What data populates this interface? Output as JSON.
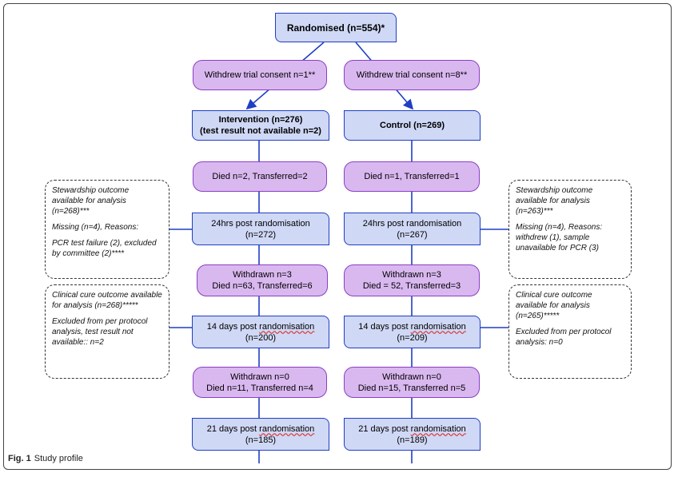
{
  "figure": {
    "caption_label": "Fig. 1",
    "caption_text": "Study profile"
  },
  "top": {
    "randomised": "Randomised (n=554)*"
  },
  "withdrew": {
    "left": "Withdrew trial consent n=1**",
    "right": "Withdrew trial consent n=8**"
  },
  "intervention": {
    "title": "Intervention (n=276)",
    "subtitle": "(test result not available n=2)",
    "died_1": "Died n=2, Transferred=2",
    "post24_label": "24hrs post randomisation",
    "post24_n": "(n=272)",
    "withdrawn_2_line1": "Withdrawn n=3",
    "withdrawn_2_line2": "Died n=63, Transferred=6",
    "post14_prefix": "14 days post ",
    "post14_word": "randomisation",
    "post14_n": "(n=200)",
    "withdrawn_3_line1": "Withdrawn n=0",
    "withdrawn_3_line2": "Died n=11, Transferred n=4",
    "post21_prefix": "21 days post ",
    "post21_word": "randomisation",
    "post21_n": "(n=185)"
  },
  "control": {
    "title": "Control (n=269)",
    "died_1": "Died n=1, Transferred=1",
    "post24_label": "24hrs post randomisation",
    "post24_n": "(n=267)",
    "withdrawn_2_line1": "Withdrawn n=3",
    "withdrawn_2_line2": "Died = 52, Transferred=3",
    "post14_prefix": "14 days post ",
    "post14_word": "randomisation",
    "post14_n": "(n=209)",
    "withdrawn_3_line1": "Withdrawn n=0",
    "withdrawn_3_line2": "Died n=15, Transferred n=5",
    "post21_prefix": "21 days post ",
    "post21_word": "randomisation",
    "post21_n": "(n=189)"
  },
  "notes": {
    "left_stewardship": {
      "p1": "Stewardship outcome available for analysis (n=268)***",
      "p2": "Missing (n=4), Reasons:",
      "p3": "PCR test failure (2), excluded by committee (2)****"
    },
    "left_clinical": {
      "p1": "Clinical cure outcome available for analysis (n=268)*****",
      "p2": "Excluded from per protocol analysis, test result not available:: n=2"
    },
    "right_stewardship": {
      "p1": "Stewardship outcome available for analysis (n=263)***",
      "p2": "Missing (n=4), Reasons: withdrew (1), sample unavailable for PCR (3)"
    },
    "right_clinical": {
      "p1": "Clinical cure outcome available for analysis (n=265)*****",
      "p2": "Excluded from per protocol analysis: n=0"
    }
  },
  "colors": {
    "blue_fill": "#cfd8f5",
    "blue_stroke": "#1f3fc4",
    "purple_fill": "#d9b8f0",
    "purple_stroke": "#8a3fc4"
  }
}
